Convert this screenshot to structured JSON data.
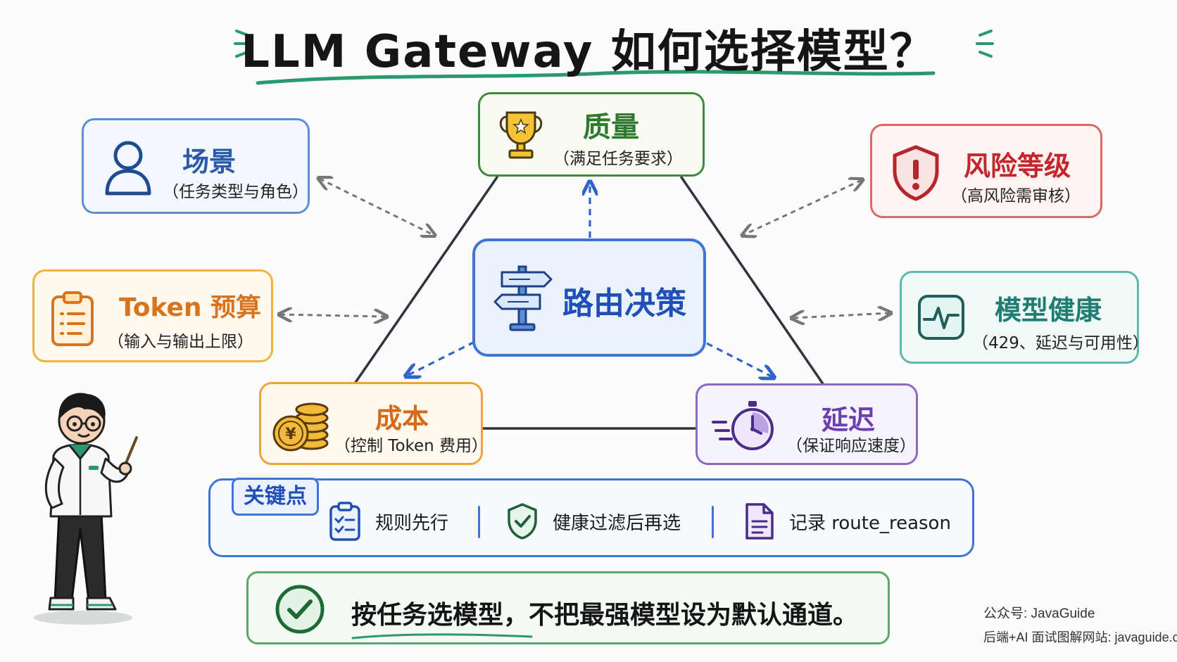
{
  "title": "LLM Gateway 如何选择模型？",
  "nodes": {
    "quality": {
      "title": "质量",
      "subtitle": "（满足任务要求）"
    },
    "scene": {
      "title": "场景",
      "subtitle": "（任务类型与角色）"
    },
    "risk": {
      "title": "风险等级",
      "subtitle": "（高风险需审核）"
    },
    "router": {
      "title": "路由决策"
    },
    "token": {
      "title": "Token 预算",
      "subtitle": "（输入与输出上限）"
    },
    "health": {
      "title": "模型健康",
      "subtitle": "（429、延迟与可用性）"
    },
    "cost": {
      "title": "成本",
      "subtitle": "（控制 Token 费用）"
    },
    "latency": {
      "title": "延迟",
      "subtitle": "（保证响应速度）"
    }
  },
  "key_points": {
    "tag": "关键点",
    "items": [
      {
        "label": "规则先行",
        "icon": "checklist-icon"
      },
      {
        "label": "健康过滤后再选",
        "icon": "shield-check-icon"
      },
      {
        "label": "记录 route_reason",
        "icon": "document-icon"
      }
    ]
  },
  "conclusion": "按任务选模型，不把最强模型设为默认通道。",
  "watermark": {
    "line1": "公众号: JavaGuide",
    "line2": "后端+AI 面试图解网站: javaguide.cn"
  },
  "colors": {
    "quality": "#3f8a3f",
    "scene": "#5b8fd6",
    "risk": "#d86a6a",
    "router": "#3f73d6",
    "token": "#f2b342",
    "health": "#5fb9ae",
    "cost": "#f0a23a",
    "latency": "#8a6ac4",
    "conclusion": "#5aa76a"
  }
}
